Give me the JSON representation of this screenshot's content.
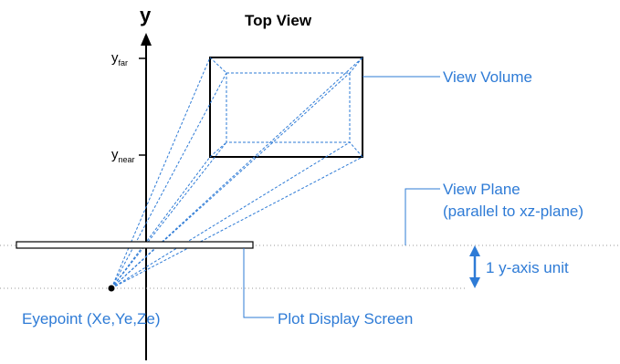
{
  "title": "Top View",
  "axis": {
    "label": "y"
  },
  "ticks": {
    "far": {
      "main": "y",
      "sub": "far"
    },
    "near": {
      "main": "y",
      "sub": "near"
    }
  },
  "callouts": {
    "view_volume": "View Volume",
    "view_plane_line1": "View Plane",
    "view_plane_line2": "(parallel to xz-plane)",
    "unit": "1 y-axis unit",
    "eyepoint": "Eyepoint (Xe,Ye,Ze)",
    "screen": "Plot Display Screen"
  },
  "colors": {
    "accent": "#2e7bd6",
    "ink": "#000000"
  }
}
